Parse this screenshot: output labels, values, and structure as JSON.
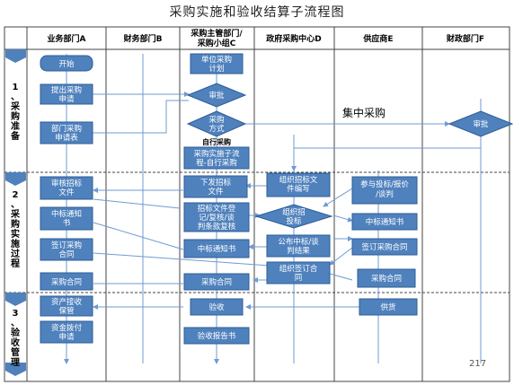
{
  "title": "采购实施和验收结算子流程图",
  "slide_number": "217",
  "lanes": [
    {
      "id": "A",
      "label": "业务部门A"
    },
    {
      "id": "B",
      "label": "财务部门B"
    },
    {
      "id": "C",
      "label": "采购主管部门/采购小组C"
    },
    {
      "id": "D",
      "label": "政府采购中心D"
    },
    {
      "id": "E",
      "label": "供应商E"
    },
    {
      "id": "F",
      "label": "财政部门F"
    }
  ],
  "phases": [
    {
      "id": "p1",
      "label": "1、采购准备"
    },
    {
      "id": "p2",
      "label": "2、采购实施过程"
    },
    {
      "id": "p3",
      "label": "3、验收管理"
    }
  ],
  "nodes": [
    {
      "id": "start",
      "label": "开始"
    },
    {
      "id": "a_apply",
      "label": "提出采购申请"
    },
    {
      "id": "a_form",
      "label": "部门采购申请表"
    },
    {
      "id": "c_plan",
      "label": "单位采购计划"
    },
    {
      "id": "c_approve",
      "label": "审批"
    },
    {
      "id": "c_mode",
      "label": "采购方式"
    },
    {
      "id": "c_self_flow",
      "label": "采购实施子流程-自行采购"
    },
    {
      "id": "f_approve",
      "label": "审批"
    },
    {
      "id": "a_review_doc",
      "label": "审核招标文件"
    },
    {
      "id": "c_issue_doc",
      "label": "下发招标文件"
    },
    {
      "id": "d_org_doc",
      "label": "组织招标文件编写"
    },
    {
      "id": "e_bid",
      "label": "参与投标/报价/谈判"
    },
    {
      "id": "a_notice",
      "label": "中标通知书"
    },
    {
      "id": "c_register",
      "label": "招标文件登记/复核/谈判条款复核"
    },
    {
      "id": "d_org_bid",
      "label": "组织招投标"
    },
    {
      "id": "e_notice",
      "label": "中标通知书"
    },
    {
      "id": "a_sign",
      "label": "签订采购合同"
    },
    {
      "id": "c_notice",
      "label": "中标通知书"
    },
    {
      "id": "d_publish",
      "label": "公布中标/谈判结果"
    },
    {
      "id": "e_sign",
      "label": "签订采购合同"
    },
    {
      "id": "d_org_sign",
      "label": "组织签订合同"
    },
    {
      "id": "a_contract",
      "label": "采购合同"
    },
    {
      "id": "c_contract",
      "label": "采购合同"
    },
    {
      "id": "e_contract",
      "label": "采购合同"
    },
    {
      "id": "a_asset",
      "label": "资产接收保管"
    },
    {
      "id": "c_accept",
      "label": "验收"
    },
    {
      "id": "e_supply",
      "label": "供货"
    },
    {
      "id": "a_payment",
      "label": "资金拨付申请"
    },
    {
      "id": "c_report",
      "label": "验收报告书"
    }
  ],
  "edge_labels": [
    {
      "id": "centralized",
      "label": "集中采购"
    },
    {
      "id": "self",
      "label": "自行采购"
    }
  ],
  "colors": {
    "node_fill": "#4f81bd",
    "node_fill_dark": "#3a6aa4",
    "node_stroke": "#2c5d96",
    "line": "#6f9bd1",
    "grid": "#444444"
  }
}
